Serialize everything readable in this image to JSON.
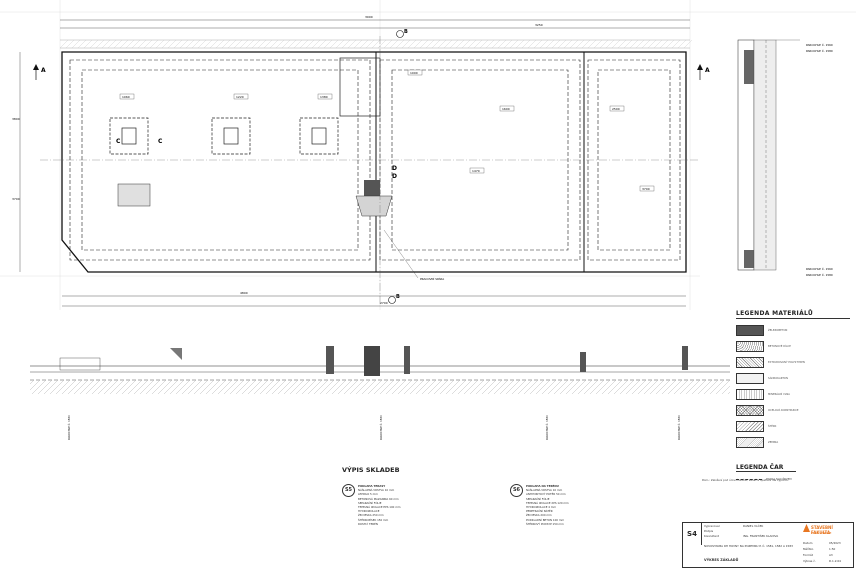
{
  "plan": {
    "section_marks": [
      "A",
      "A",
      "B",
      "B",
      "C",
      "C",
      "D",
      "D"
    ],
    "dims_top": [
      "3000",
      "3250"
    ],
    "dims_bottom": [
      "4800",
      "2700"
    ],
    "dims_left": [
      "3800",
      "3700"
    ],
    "node_labels": [
      "1060",
      "1220",
      "1380",
      "1000",
      "1600",
      "2500",
      "1470",
      "3700"
    ],
    "callout": "PRACOVNÍ SPÁRA"
  },
  "section_labels": [
    "PAROCHLE Č. 1560",
    "PAROCHLE Č. 1580"
  ],
  "legend_materials": {
    "title": "LEGENDA MATERIÁLŮ",
    "items": [
      {
        "label": "ŽELEZOBETON",
        "swatch": "solid"
      },
      {
        "label": "BETONOVÉ DÍLCE",
        "swatch": "dots"
      },
      {
        "label": "EXTRUDOVANÝ POLYSTYREN",
        "swatch": "hatch"
      },
      {
        "label": "SÁDROKARTON",
        "swatch": "light"
      },
      {
        "label": "MINERÁLNÍ VLNA",
        "swatch": "wave"
      },
      {
        "label": "OCELOVÁ KONSTRUKCE",
        "swatch": "cross"
      },
      {
        "label": "ŠTĚRK",
        "swatch": "diag"
      },
      {
        "label": "ZEMINA",
        "swatch": "earth"
      }
    ]
  },
  "legend_lines": {
    "title": "LEGENDA ČAR",
    "items": [
      "HRANA NAD ŘEZEM"
    ]
  },
  "vypis": {
    "title": "VÝPIS SKLADEB",
    "compositions": [
      {
        "code": "S5",
        "title": "PODLAHA TERASY",
        "layers": [
          "NÁŠLAPNÁ VRSTVA 10 mm",
          "LEPIDLO 5 mm",
          "BETONOVÁ MAZANINA 60 mm",
          "SEPARAČNÍ FÓLIE",
          "TEPELNÁ IZOLACE EPS 100 mm",
          "HYDROIZOLACE",
          "ŽB DESKA 250 mm",
          "ŠTĚRKOPÍSEK 150 mm",
          "ROSTLÝ TERÉN"
        ]
      },
      {
        "code": "S6",
        "title": "PODLAHA NA TERÉNU",
        "layers": [
          "NÁŠLAPNÁ VRSTVA 10 mm",
          "ANHYDRITOVÝ POTĚR 50 mm",
          "SEPARAČNÍ FÓLIE",
          "TEPELNÁ IZOLACE XPS 120 mm",
          "HYDROIZOLACE 4 mm",
          "PENETRAČNÍ NÁTĚR",
          "ŽB DESKA 200 mm",
          "PODKLADNÍ BETON 100 mm",
          "ŠTĚRKOVÝ PODSYP 150 mm"
        ]
      }
    ]
  },
  "notes": "Pozn.: Založení pod úrovní terénu, sanační opatření dle výpočtu.",
  "title_block": {
    "sheet_no": "S4",
    "roles": [
      "Vypracoval",
      "Podpis",
      "Konzultant"
    ],
    "names": [
      "DANIEL VLČEK",
      "ING. FRANTIŠEK KLADIVA"
    ],
    "project": "NOVOSTAVBA RH HOVNY NA POZEMKU P. Č. 1581, 1582 A 1583",
    "drawing": "VÝKRES ZÁKLADŮ",
    "meta_labels": [
      "Datum",
      "Měřítko",
      "Formát",
      "Výkres č."
    ],
    "meta_values": [
      "05/2023",
      "1:50",
      "A3",
      "D.1.2.04"
    ],
    "company": "STAVEBNÍ FAKULTA",
    "company_sub": "ČVUT V PRAZE"
  },
  "colors": {
    "line": "#222222",
    "grid": "#bbbbbb",
    "accent": "#e87722"
  }
}
